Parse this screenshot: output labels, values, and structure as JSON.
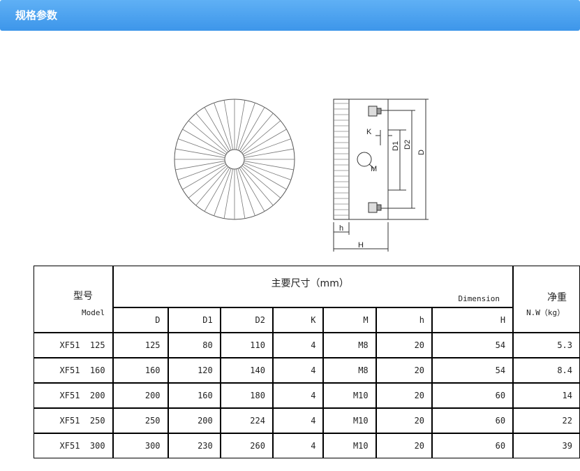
{
  "section": {
    "title": "规格参数"
  },
  "diagram": {
    "labels": {
      "K": "K",
      "M": "M",
      "D1": "D1",
      "D2": "D2",
      "D": "D",
      "h": "h",
      "H": "H"
    }
  },
  "table": {
    "model_cn": "型号",
    "model_en": "Model",
    "dim_cn": "主要尺寸（mm）",
    "dim_en": "Dimension",
    "weight_cn": "净重",
    "weight_en": "N.W（kg）",
    "sub_headers": [
      "D",
      "D1",
      "D2",
      "K",
      "M",
      "h",
      "H"
    ],
    "rows": [
      {
        "model": "XF51  125",
        "cells": [
          "125",
          "80",
          "110",
          "4",
          "M8",
          "20",
          "54"
        ],
        "weight": "5.3"
      },
      {
        "model": "XF51  160",
        "cells": [
          "160",
          "120",
          "140",
          "4",
          "M8",
          "20",
          "54"
        ],
        "weight": "8.4"
      },
      {
        "model": "XF51  200",
        "cells": [
          "200",
          "160",
          "180",
          "4",
          "M10",
          "20",
          "60"
        ],
        "weight": "14"
      },
      {
        "model": "XF51  250",
        "cells": [
          "250",
          "200",
          "224",
          "4",
          "M10",
          "20",
          "60"
        ],
        "weight": "22"
      },
      {
        "model": "XF51  300",
        "cells": [
          "300",
          "230",
          "260",
          "4",
          "M10",
          "20",
          "60"
        ],
        "weight": "39"
      }
    ]
  }
}
